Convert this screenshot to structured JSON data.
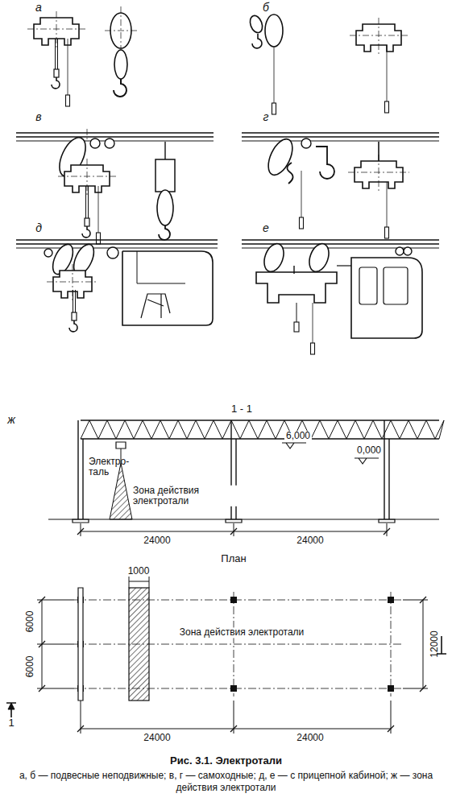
{
  "diagram": {
    "title": "Рис. 3.1. Электротали",
    "caption": "а, б — подвесные неподвижные; в, г — самоходные; д, е — с прицепной кабиной; ж — зона действия электротали",
    "labels": [
      "а",
      "б",
      "в",
      "г",
      "д",
      "е",
      "ж",
      "1 - 1",
      "Электро- таль",
      "Зона действия электротали",
      "6,000",
      "0,000",
      "24000",
      "24000",
      "План",
      "1000",
      "6000",
      "6000",
      "Зона действия электротали",
      "12000",
      "24000",
      "24000",
      "1"
    ]
  }
}
